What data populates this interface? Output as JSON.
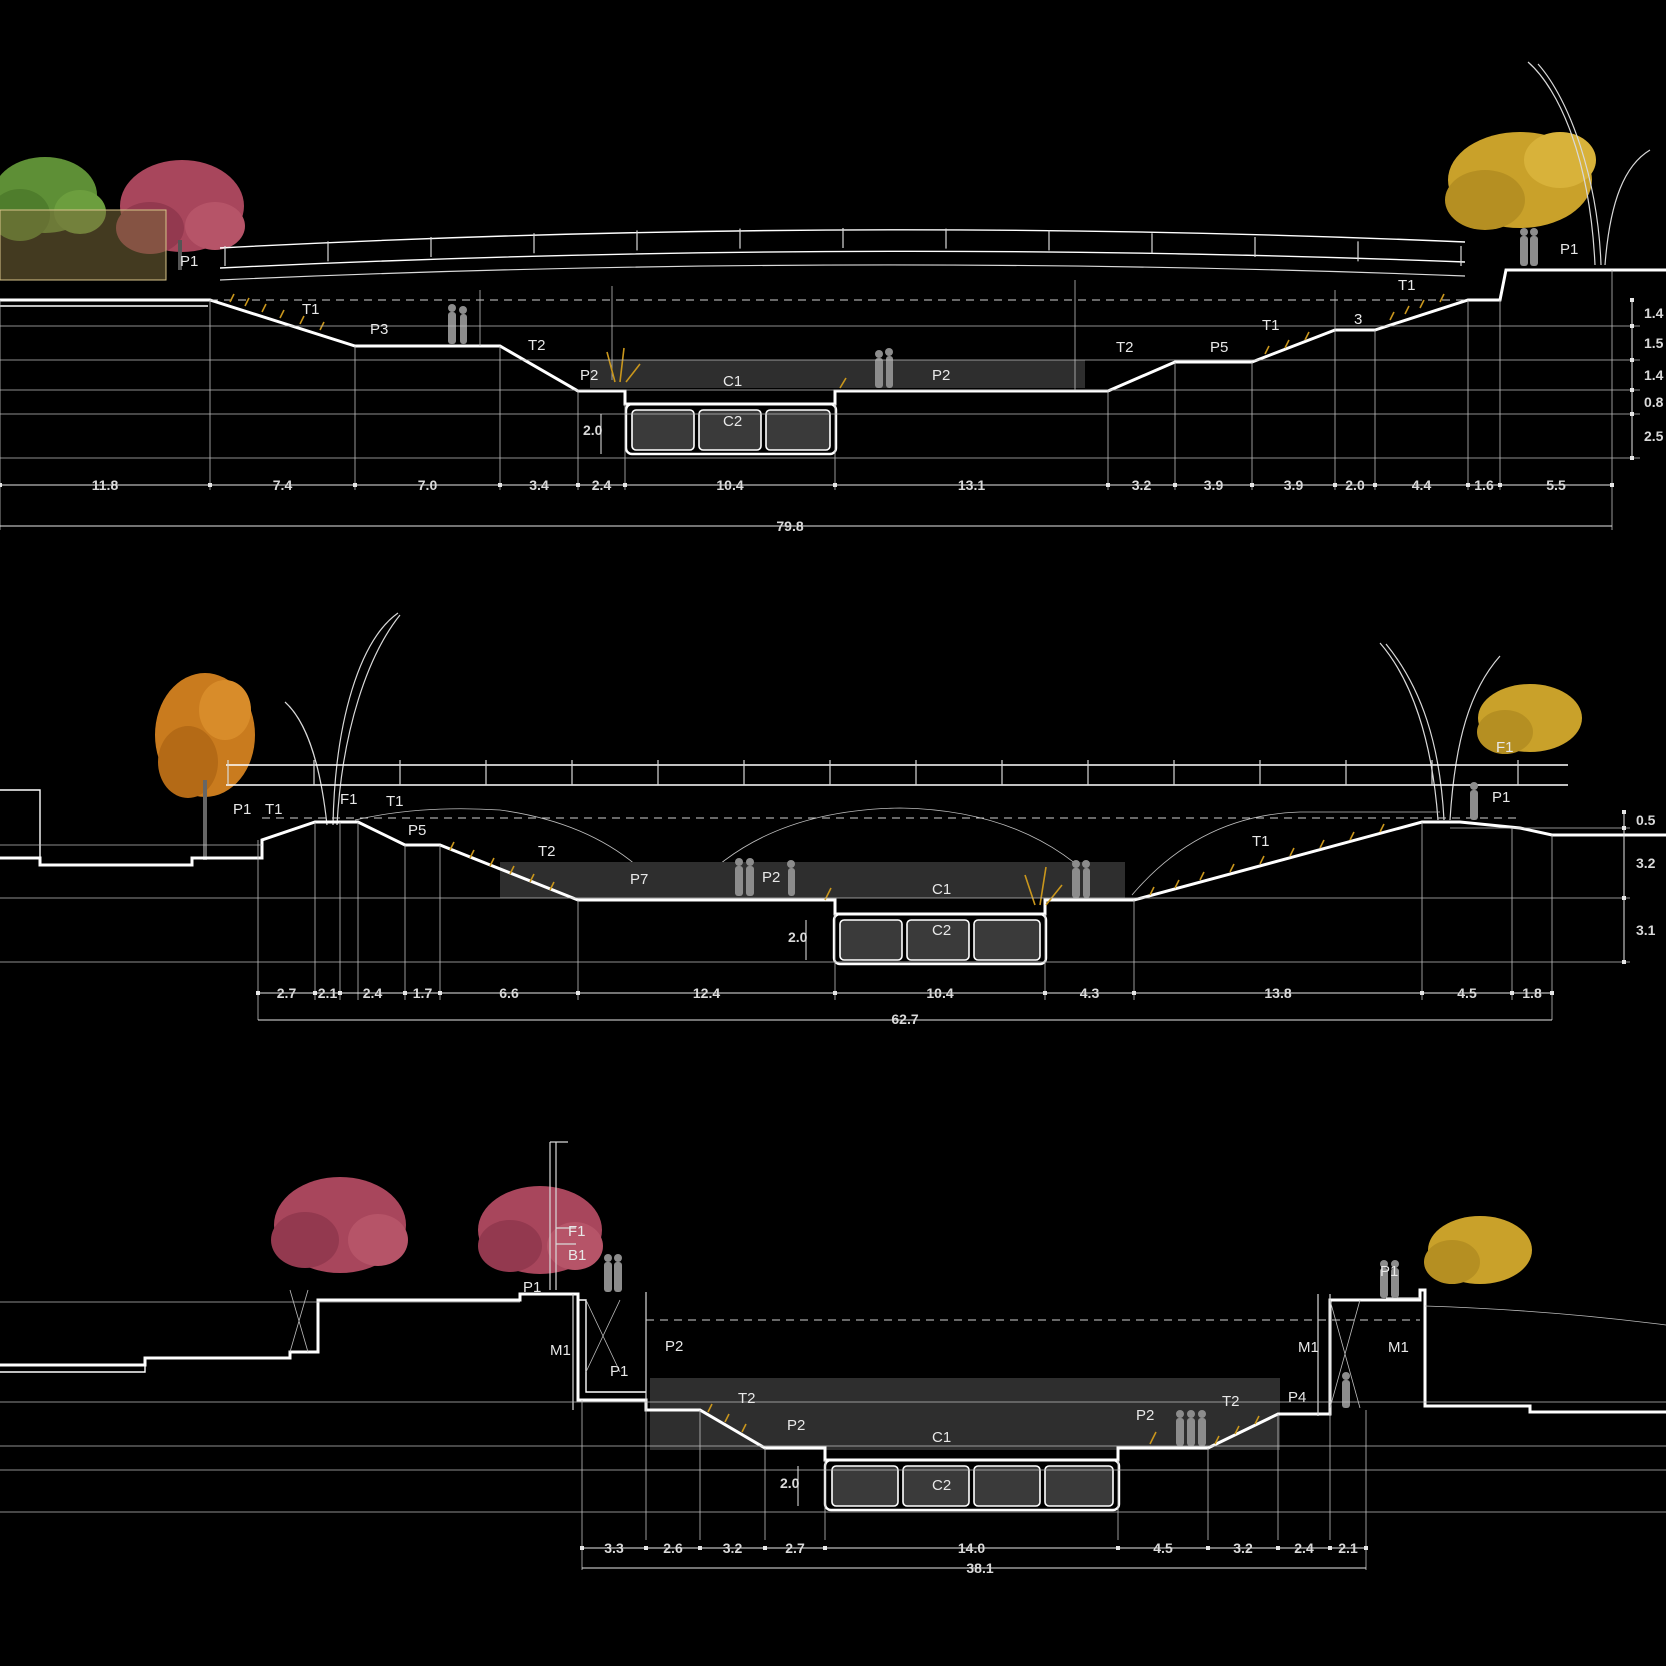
{
  "colors": {
    "background": "#000000",
    "line": "#ffffff",
    "water": "#2e2e2e",
    "tree_green": "#5e8f36",
    "tree_pink": "#a8465c",
    "tree_gold": "#c9a12a",
    "tree_orange": "#c97b1e",
    "person": "#8c8c8c"
  },
  "sections": [
    {
      "labels": {
        "p1_left": "P1",
        "t1_left": "T1",
        "p3": "P3",
        "t2_left": "T2",
        "p2_left": "P2",
        "c1": "C1",
        "c2": "C2",
        "p2_right": "P2",
        "t2_right": "T2",
        "p5": "P5",
        "t1_mid": "T1",
        "three": "3",
        "t1_right": "T1",
        "p1_right": "P1",
        "box_height": "2.0"
      },
      "vertical_dims": [
        "1.4",
        "1.5",
        "1.4",
        "0.8",
        "2.5"
      ],
      "horizontal_dims": [
        "11.8",
        "7.4",
        "7.0",
        "3.4",
        "2.4",
        "10.4",
        "13.1",
        "3.2",
        "3.9",
        "3.9",
        "2.0",
        "4.4",
        "1.6",
        "5.5"
      ],
      "total": "79.8"
    },
    {
      "labels": {
        "p1_left": "P1",
        "t1_left": "T1",
        "f1_left": "F1",
        "t1_b": "T1",
        "p5": "P5",
        "t2": "T2",
        "p7": "P7",
        "p2": "P2",
        "c1": "C1",
        "c2": "C2",
        "t1_right": "T1",
        "f1_right": "F1",
        "p1_right": "P1",
        "box_height": "2.0"
      },
      "vertical_dims": [
        "0.5",
        "3.2",
        "3.1"
      ],
      "horizontal_dims": [
        "2.7",
        "2.1",
        "2.4",
        "1.7",
        "6.6",
        "12.4",
        "10.4",
        "4.3",
        "13.8",
        "4.5",
        "1.8"
      ],
      "total": "62.7"
    },
    {
      "labels": {
        "f1": "F1",
        "b1": "B1",
        "p1_top": "P1",
        "m1_left": "M1",
        "p1_shaft": "P1",
        "p2_upper": "P2",
        "t2_left": "T2",
        "p2_left": "P2",
        "c1": "C1",
        "c2": "C2",
        "p2_right": "P2",
        "t2_right": "T2",
        "p4": "P4",
        "m1_right_a": "M1",
        "m1_right_b": "M1",
        "p1_right": "P1",
        "box_height": "2.0"
      },
      "horizontal_dims": [
        "3.3",
        "2.6",
        "3.2",
        "2.7",
        "14.0",
        "4.5",
        "3.2",
        "2.4",
        "2.1"
      ],
      "total": "38.1"
    }
  ]
}
